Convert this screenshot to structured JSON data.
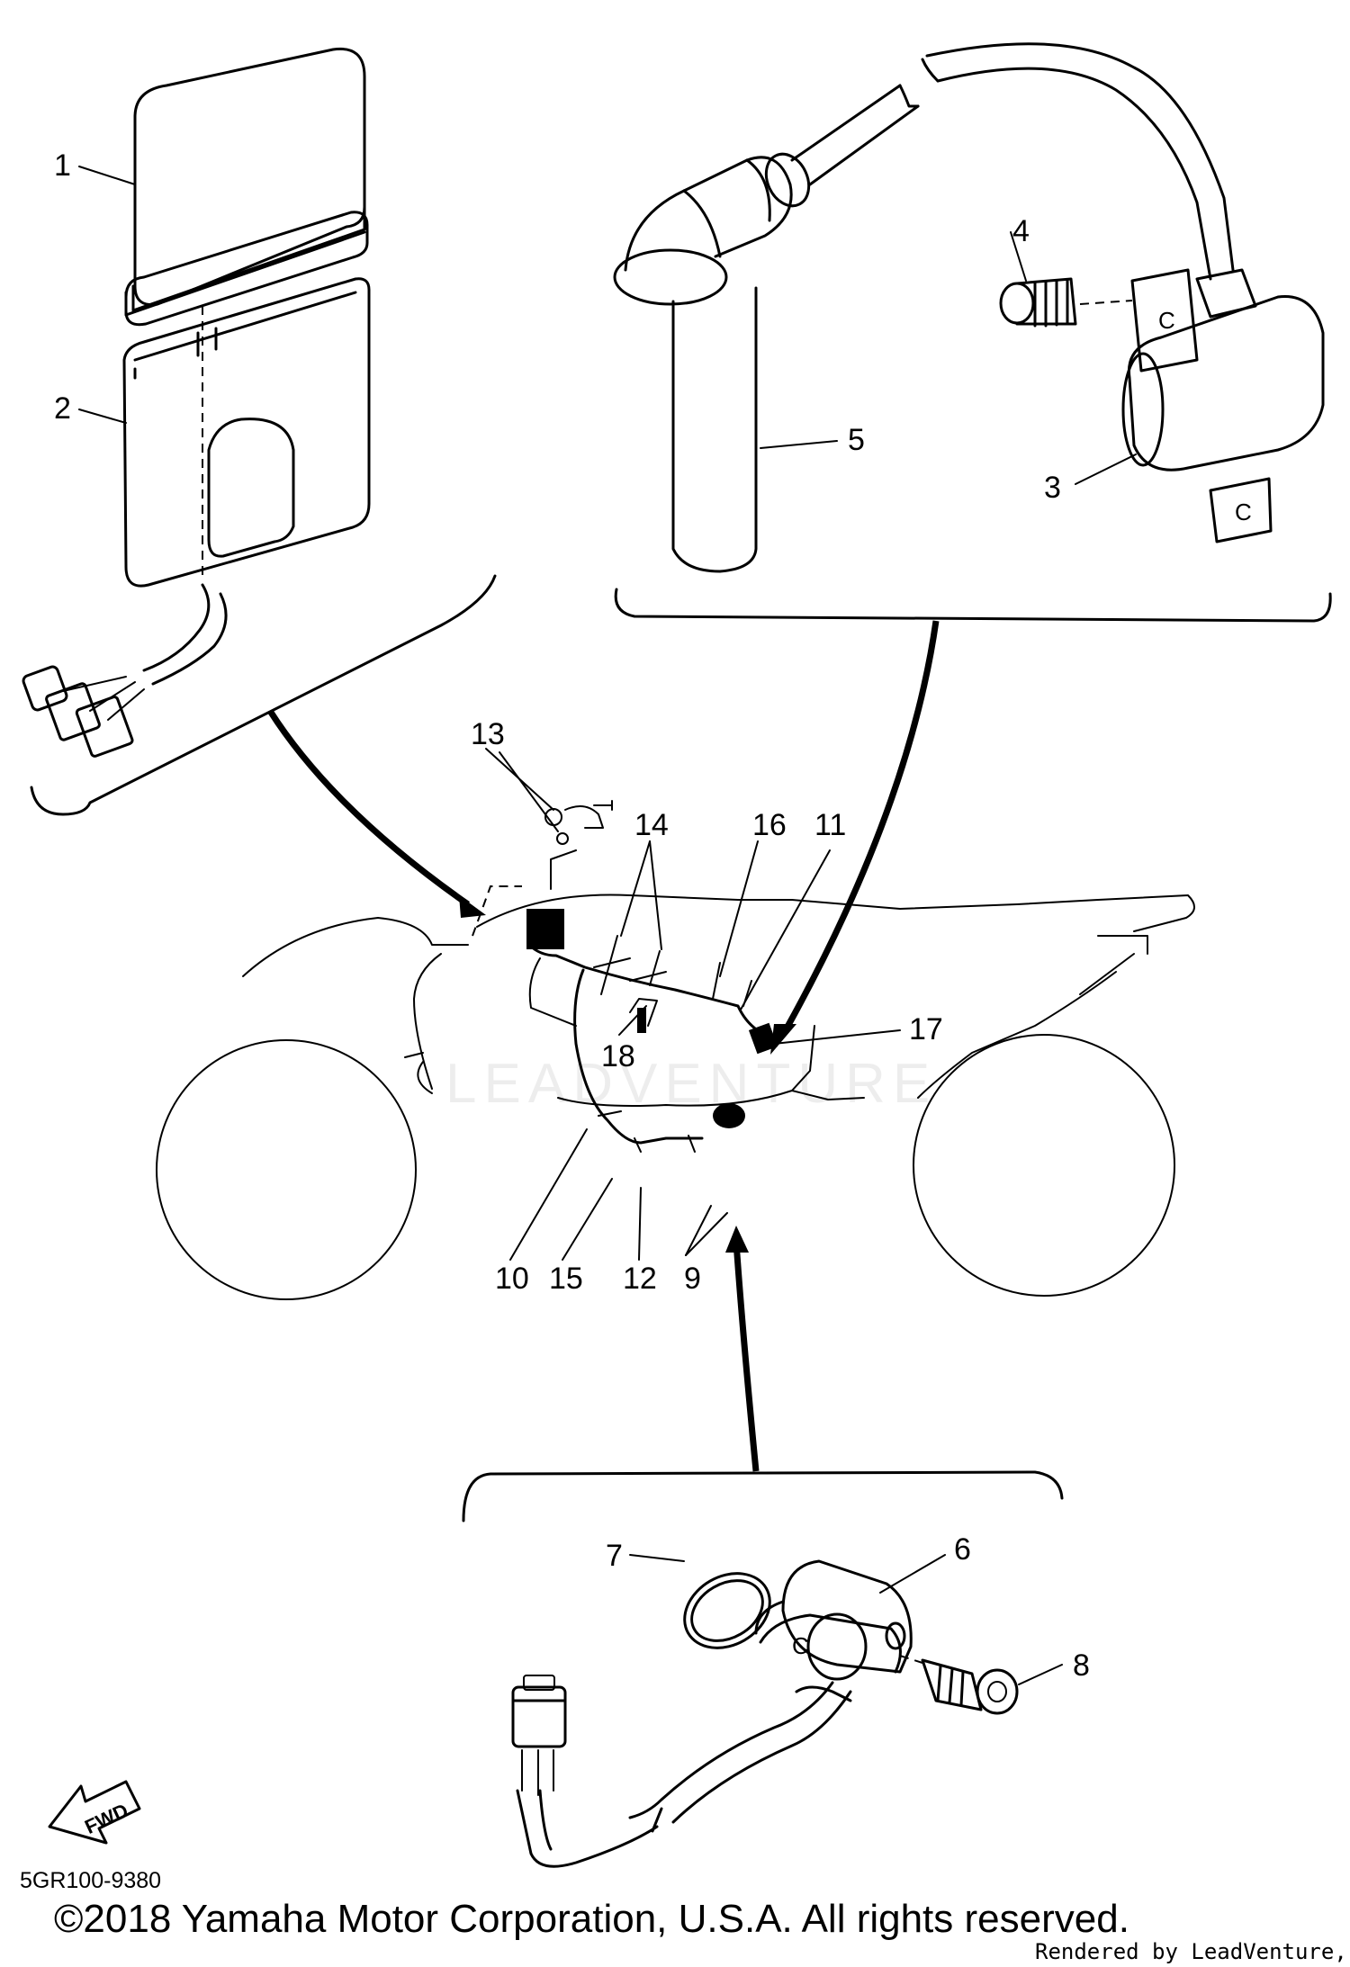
{
  "callouts": {
    "c1": "1",
    "c2": "2",
    "c3": "3",
    "c4": "4",
    "c5": "5",
    "c6": "6",
    "c7": "7",
    "c8": "8",
    "c9": "9",
    "c10": "10",
    "c11": "11",
    "c12": "12",
    "c13": "13",
    "c14": "14",
    "c15": "15",
    "c16": "16",
    "c17": "17",
    "c18": "18"
  },
  "part_marks": {
    "coil_mark_top": "C",
    "coil_mark_bottom": "C",
    "sensor_mark": "C"
  },
  "fwd_arrow_label": "FWD",
  "diagram_code": "5GR100-9380",
  "watermark": "LEADVENTURE",
  "copyright": "©2018 Yamaha Motor Corporation, U.S.A. All rights reserved.",
  "rendered_by": "Rendered by LeadVenture, Inc."
}
